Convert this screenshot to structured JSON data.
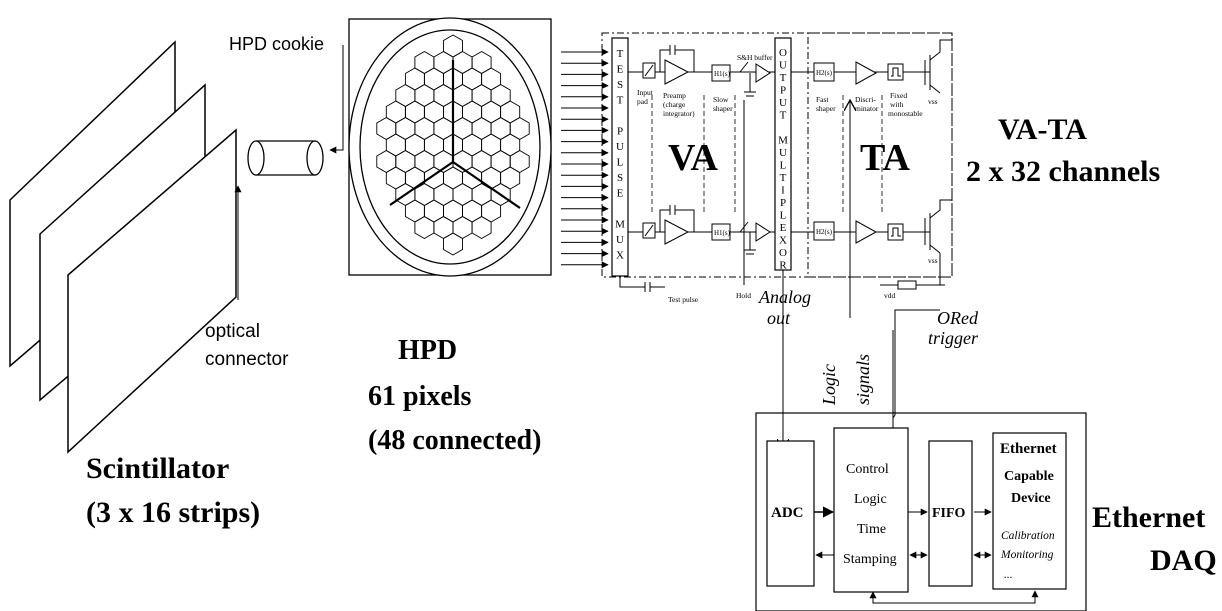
{
  "labels": {
    "hpd_cookie": "HPD cookie",
    "optical_connector_1": "optical",
    "optical_connector_2": "connector",
    "hpd_title": "HPD",
    "hpd_pixels": "61 pixels",
    "hpd_connected": "(48 connected)",
    "scint_title": "Scintillator",
    "scint_strips": "(3 x 16 strips)",
    "vata_title": "VA-TA",
    "vata_channels": "2 x 32 channels",
    "va": "VA",
    "ta": "TA",
    "analog_out_1": "Analog",
    "analog_out_2": "out",
    "ored_1": "ORed",
    "ored_2": "trigger",
    "logic_signals_1": "Logic",
    "logic_signals_2": "signals",
    "eth_daq_1": "Ethernet",
    "eth_daq_2": "DAQ"
  },
  "vertical_words": {
    "test_pulse_mux": [
      "T",
      "E",
      "S",
      "T",
      "",
      "P",
      "U",
      "L",
      "S",
      "E",
      "",
      "M",
      "U",
      "X"
    ],
    "output_multiplexor": [
      "O",
      "U",
      "T",
      "P",
      "U",
      "T",
      "",
      "M",
      "U",
      "L",
      "T",
      "I",
      "P",
      "L",
      "E",
      "X",
      "O",
      "R"
    ]
  },
  "va_circuit": {
    "input_pad_1": "Input",
    "input_pad_2": "pad",
    "preamp_1": "Preamp",
    "preamp_2": "(charge",
    "preamp_3": "integrator)",
    "sh_buffer": "S&H buffer",
    "slow_shaper_1": "Slow",
    "slow_shaper_2": "shaper",
    "h1_top": "H1(s)",
    "h1_bottom": "H1(s)",
    "test_pulse": "Test pulse",
    "hold": "Hold"
  },
  "ta_circuit": {
    "h2_top": "H2(s)",
    "h2_bottom": "H2(s)",
    "fast_shaper_1": "Fast",
    "fast_shaper_2": "shaper",
    "disc_1": "Discri-",
    "disc_2": "minator",
    "fixed_1": "Fixed",
    "fixed_2": "with",
    "fixed_3": "monostable",
    "vss_top": "vss",
    "vss_bottom": "vss",
    "vdd": "vdd"
  },
  "daq": {
    "adc": "ADC",
    "control_1": "Control",
    "control_2": "Logic",
    "control_3": "Time",
    "control_4": "Stamping",
    "fifo": "FIFO",
    "eth_1": "Ethernet",
    "eth_2": "Capable",
    "eth_3": "Device",
    "calibration": "Calibration",
    "monitoring": "Monitoring",
    "ellipsis": "..."
  }
}
